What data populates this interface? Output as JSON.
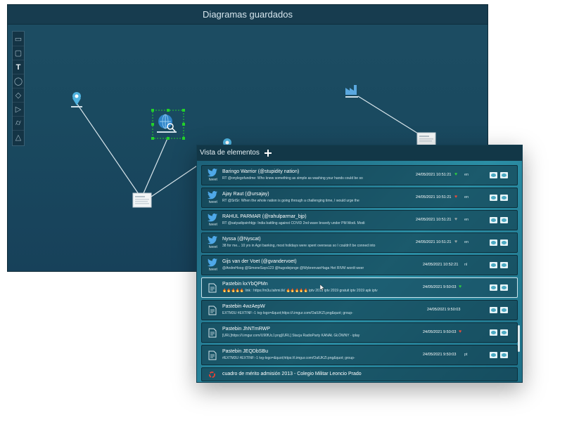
{
  "diagram": {
    "title": "Diagramas guardados",
    "tools": [
      "rectangle-icon",
      "rounded-rect-icon",
      "text-icon",
      "ellipse-icon",
      "diamond-icon",
      "triangle-icon",
      "cylinder-icon",
      "lock-icon"
    ],
    "tool_glyphs": [
      "▭",
      "▢",
      "T",
      "◯",
      "◇",
      "▷",
      "⌭",
      "△"
    ]
  },
  "panel": {
    "title": "Vista de elementos",
    "add_label": "+"
  },
  "rows": [
    {
      "type": "tweet",
      "type_label": "tweet",
      "title": "Baringo Warrior (@stupidity nation)",
      "subtitle": "RT @onylegofundme: Who knew something as simple as washing your hands could be so",
      "date": "24/05/2021 10:51:21",
      "heart_color": "#2ecc40",
      "lang": "en"
    },
    {
      "type": "tweet",
      "type_label": "tweet",
      "title": "Ajay Raut (@ursajay)",
      "subtitle": "RT @SriSr: When the whole nation is going through a challenging time, I would urge the",
      "date": "24/05/2021 10:51:21",
      "heart_color": "#e74c3c",
      "lang": "en"
    },
    {
      "type": "tweet",
      "type_label": "tweet",
      "title": "RAHUL PARMAR (@rahulparmar_bjp)",
      "subtitle": "RT @satyadipsinhbjp: India battling against COVID 2nd wave bravely under PM Modi. Modi",
      "date": "24/05/2021 10:51:21",
      "heart_color": "#95a5a6",
      "lang": "en"
    },
    {
      "type": "tweet",
      "type_label": "tweet",
      "title": "Nyssa (@Nyscat)",
      "subtitle": "38 for me... 10 yrs in Agri banking, most holidays were spent overseas so I couldn't be conned into",
      "date": "24/05/2021 10:51:21",
      "heart_color": "#95a5a6",
      "lang": "en"
    },
    {
      "type": "tweet",
      "type_label": "tweet",
      "title": "Gijs van der Voet (@gvandervoet)",
      "subtitle": "@AndreHoog @SimoneSays123 @hugodejonge @WybrenvanHaga Het RIVM wordt weer",
      "date": "24/05/2021 10:52:21",
      "heart_color": "",
      "lang": "nl"
    },
    {
      "type": "paste",
      "type_label": "",
      "title": "Pastebin kxYbQPMn",
      "subtitle": "🔥🔥🔥🔥🔥 link : https://m3u.tahmi.tk/ 🔥🔥🔥🔥🔥 iptv 2019 iptv 2019 gratuit iptv 2019 apk iptv",
      "date": "24/05/2021 9:50:03",
      "heart_color": "#2ecc40",
      "lang": ""
    },
    {
      "type": "paste",
      "type_label": "",
      "title": "Pastebin 4wzAepW",
      "subtitle": "EXTM3U #EXTINF:-1 tvg-logo=&quot;https://i.imgur.com/OaIUKZl.png&quot; group-",
      "date": "24/05/2021 9:50:03",
      "heart_color": "",
      "lang": ""
    },
    {
      "type": "paste",
      "type_label": "",
      "title": "Pastebin JhNTmRWP",
      "subtitle": "[URL]https://i.imgur.com/U90fUcJ.png[/URL] Stacja RadioParty KANAŁ GŁÓWNY - iplay",
      "date": "24/05/2021 9:50:03",
      "heart_color": "#e74c3c",
      "lang": ""
    },
    {
      "type": "paste",
      "type_label": "",
      "title": "Pastebin JEQDbSBu",
      "subtitle": "#EXTM3U #EXTINF:-1 tvg-logo=&quot;https://i.imgur.com/OaIUKZl.png&quot; group-",
      "date": "24/05/2021 9:50:03",
      "heart_color": "",
      "lang": "pt"
    },
    {
      "type": "web",
      "type_label": "",
      "title": "cuadro de mérito admisión 2013 - Colegio Militar Leoncio Prado",
      "subtitle": "",
      "date": "",
      "heart_color": "",
      "lang": ""
    }
  ],
  "colors": {
    "accent": "#2b8ea5",
    "header_dark": "#123747",
    "node_selection": "#23d12a"
  }
}
